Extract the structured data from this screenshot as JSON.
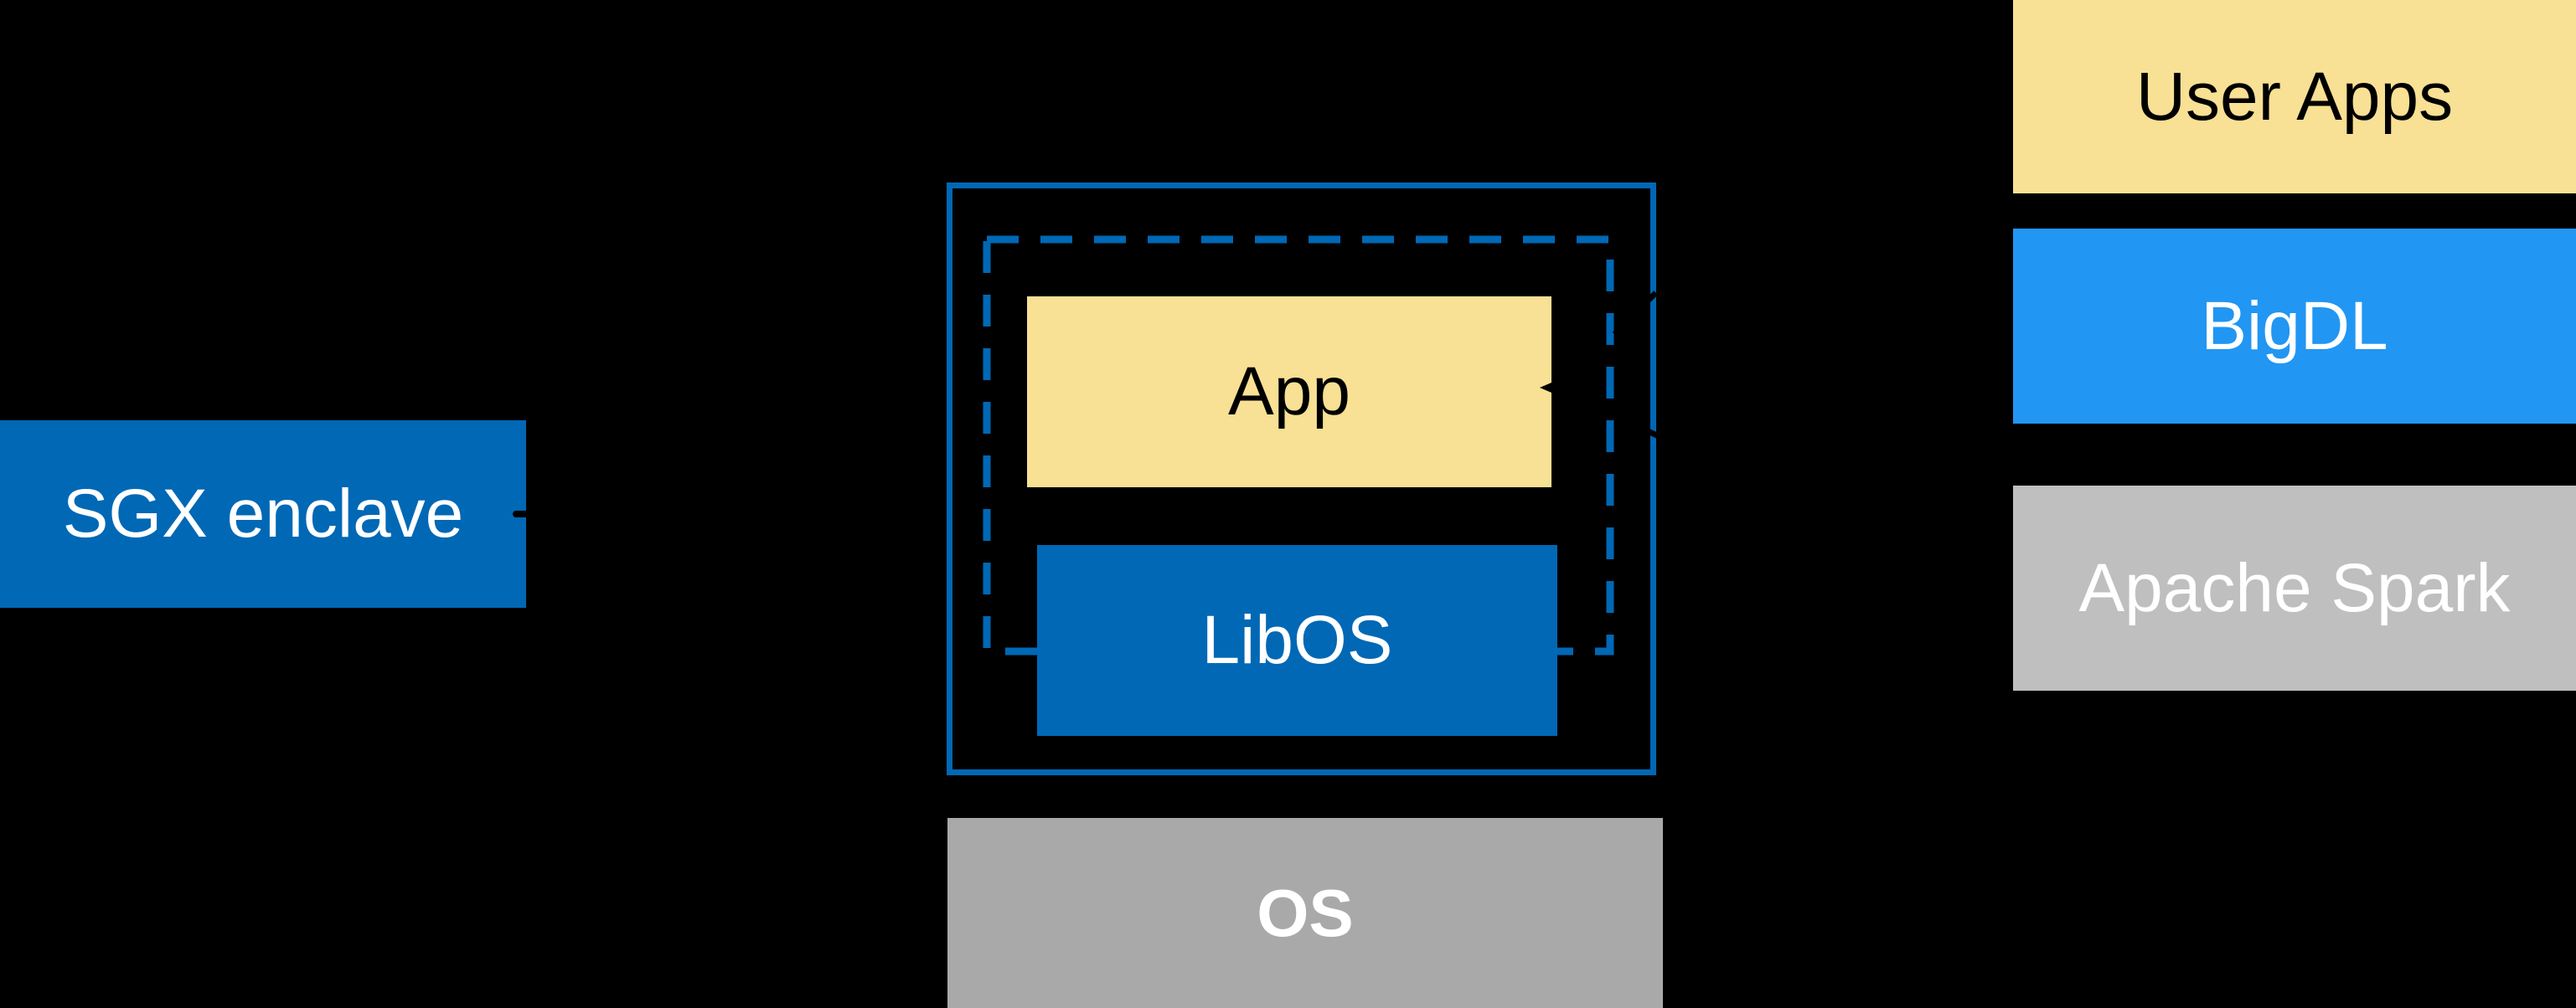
{
  "background": "#000000",
  "colors": {
    "intel_blue": "#0068B5",
    "bright_blue": "#2196F3",
    "yellow": "#F8E094",
    "spark_gray": "#BFBFBF",
    "os_gray": "#A9A9A9",
    "text_light": "#FFFFFF",
    "text_dark": "#000000",
    "connector_black": "#000000"
  },
  "sgx_box": {
    "label": "SGX enclave"
  },
  "enclave": {
    "app": "App",
    "libos": "LibOS"
  },
  "os_box": {
    "label": "OS"
  },
  "stack": {
    "user_apps": "User Apps",
    "bigdl": "BigDL",
    "apache_spark": "Apache Spark"
  }
}
